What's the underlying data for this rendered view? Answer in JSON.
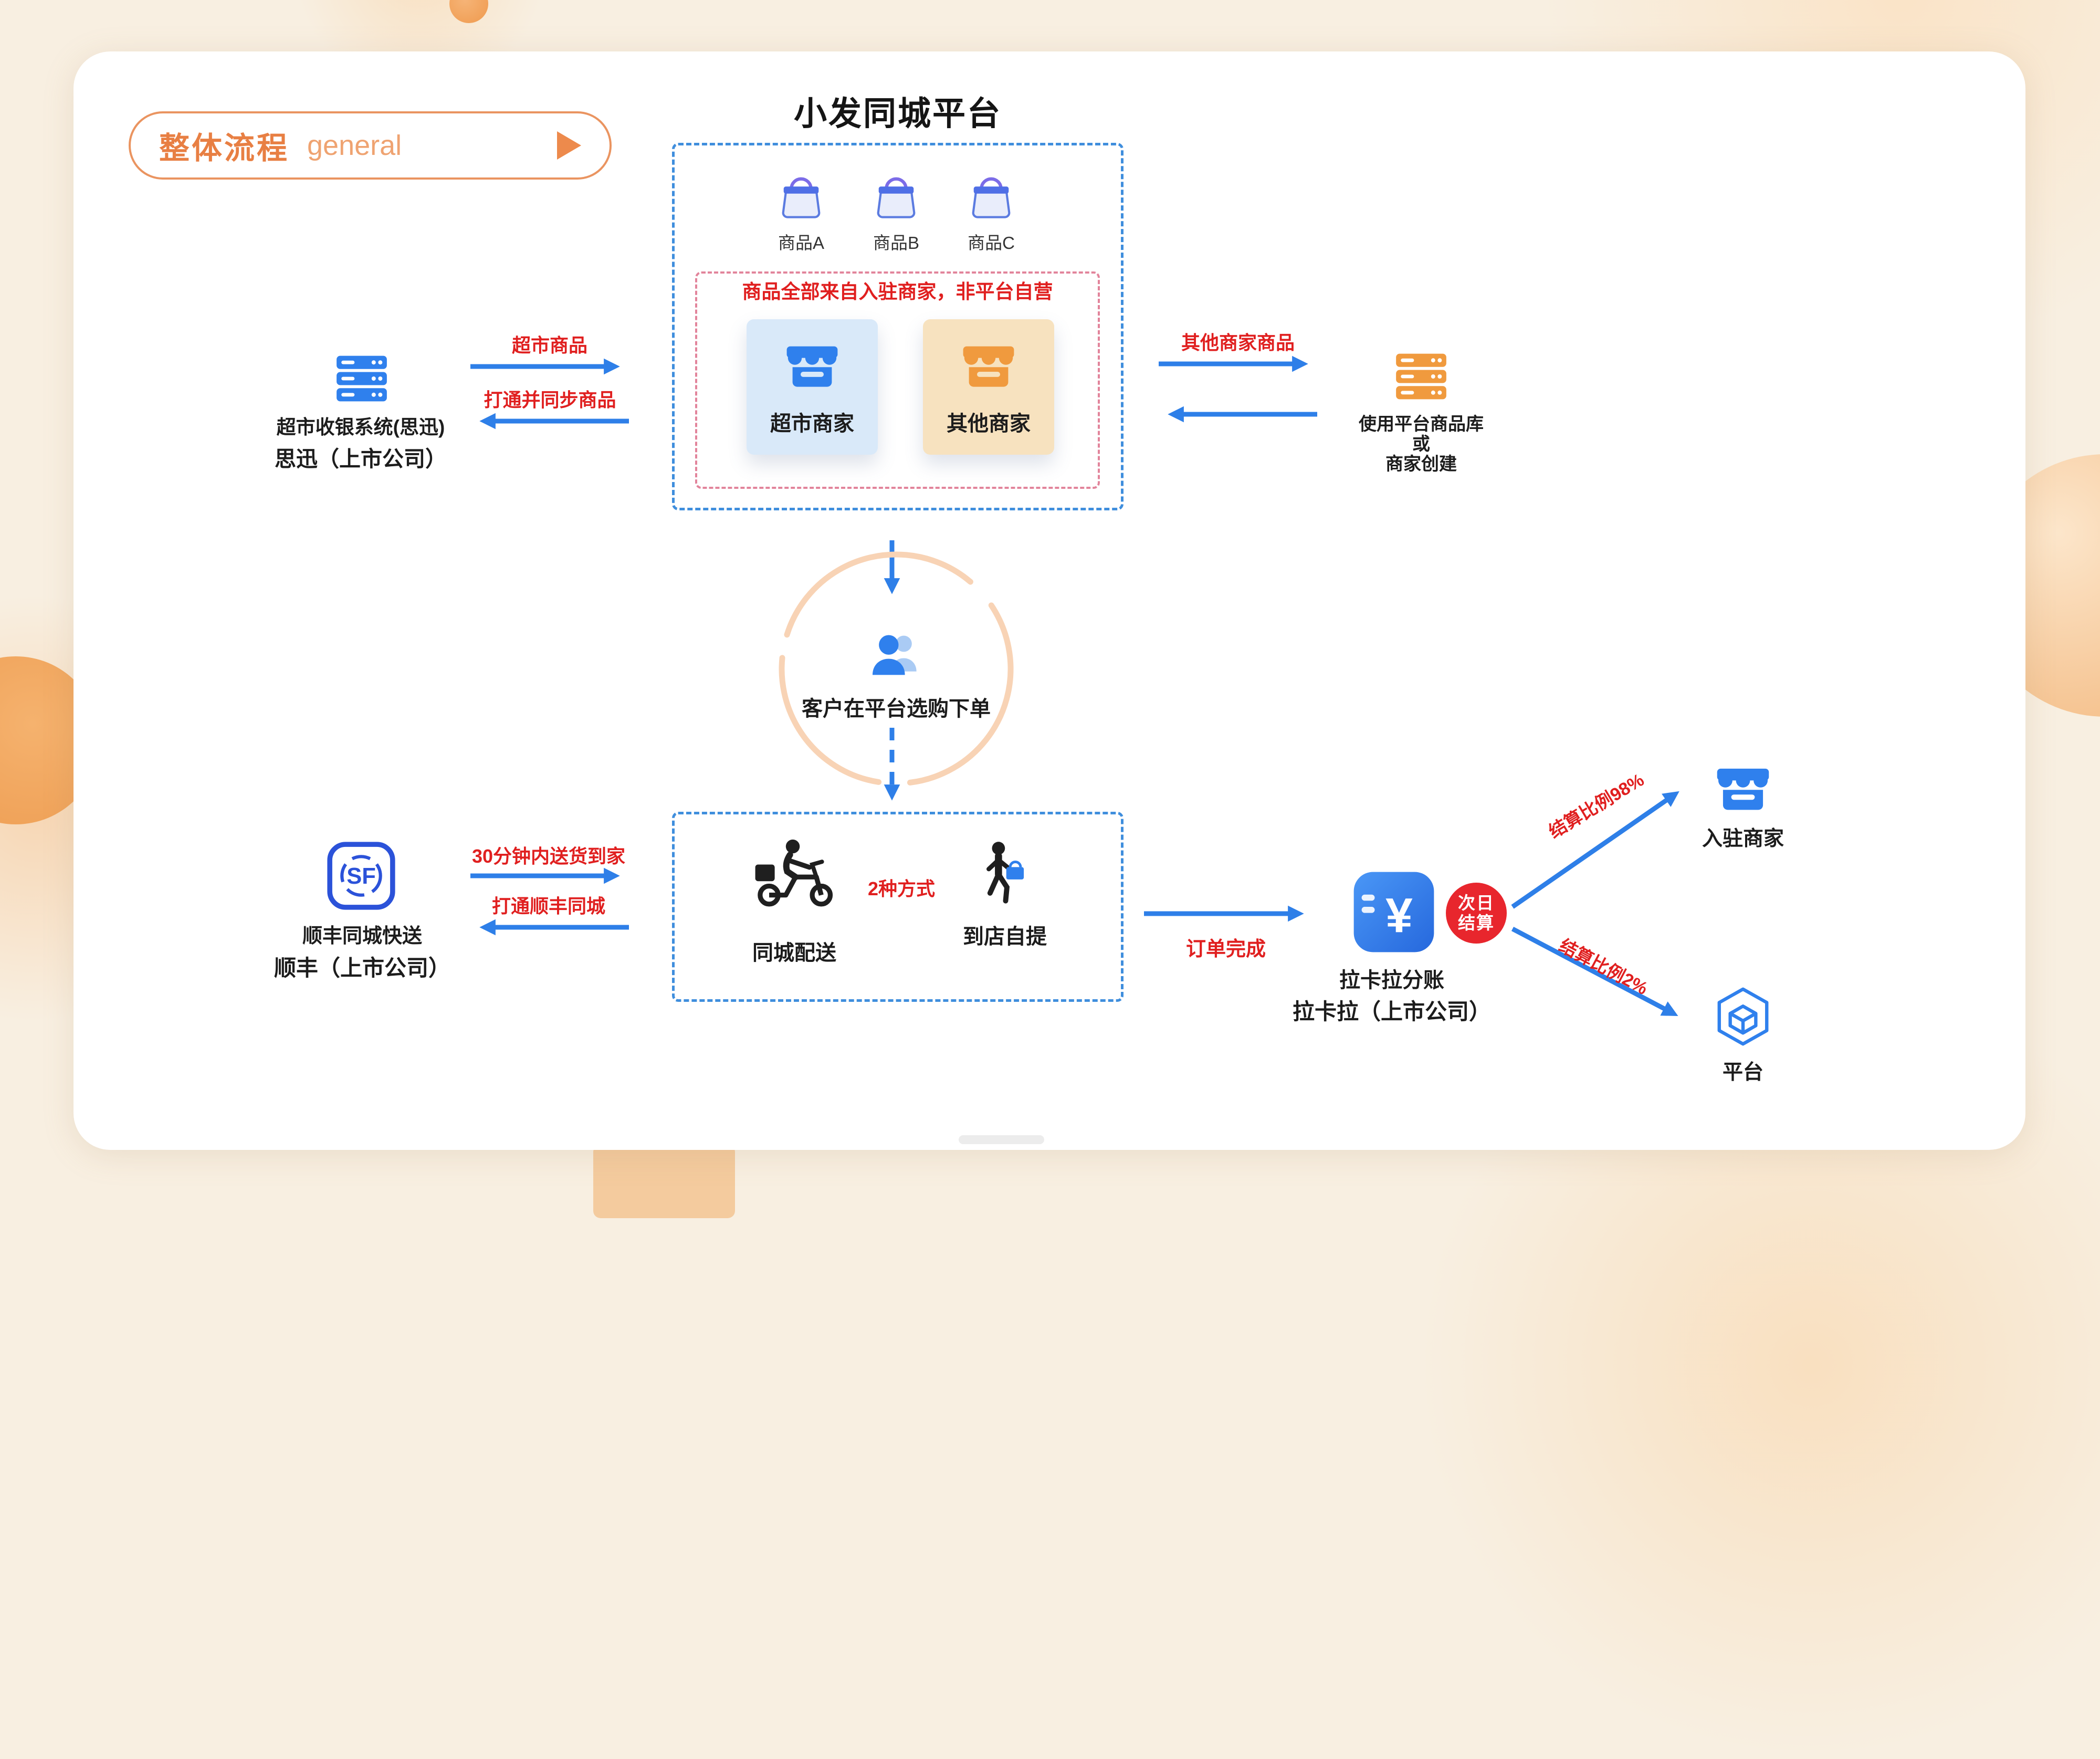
{
  "badge": {
    "title": "整体流程",
    "subtitle": "general"
  },
  "title": "小发同城平台",
  "platform": {
    "products": [
      {
        "label": "商品A"
      },
      {
        "label": "商品B"
      },
      {
        "label": "商品C"
      }
    ],
    "note": "商品全部来自入驻商家，非平台自营",
    "supermarket_merchant": "超市商家",
    "other_merchant": "其他商家"
  },
  "supermarket_system": {
    "arrow_out": "超市商品",
    "arrow_in": "打通并同步商品",
    "name": "超市收银系统(思迅)",
    "company": "思迅（上市公司）"
  },
  "other_source": {
    "arrow_out": "其他商家商品",
    "line1": "使用平台商品库",
    "line2": "或",
    "line3": "商家创建"
  },
  "customer": {
    "label": "客户在平台选购下单"
  },
  "fulfillment": {
    "delivery_label": "同城配送",
    "methods_label": "2种方式",
    "pickup_label": "到店自提"
  },
  "sf": {
    "logo_text": "SF",
    "arrow_out": "30分钟内送货到家",
    "arrow_in": "打通顺丰同城",
    "name": "顺丰同城快送",
    "company": "顺丰（上市公司）"
  },
  "settlement": {
    "order_arrow": "订单完成",
    "currency_symbol": "¥",
    "badge_line1": "次日",
    "badge_line2": "结算",
    "name": "拉卡拉分账",
    "company": "拉卡拉（上市公司）",
    "merchant_ratio": "结算比例98%",
    "platform_ratio": "结算比例2%",
    "merchant_label": "入驻商家",
    "platform_label": "平台"
  },
  "colors": {
    "accent_orange": "#ED8A4C",
    "arrow_blue": "#2E7FE8",
    "dash_blue": "#3F8EDD",
    "dash_pink": "#E2849B",
    "alert_red": "#E01F1F",
    "supermarket_card_bg": "#D9E9F9",
    "other_card_bg": "#F7E2BF",
    "icon_blue": "#2F80ED",
    "icon_orange": "#F09A3E",
    "sf_blue": "#2B52D9",
    "settle_badge_red": "#E8262D"
  }
}
